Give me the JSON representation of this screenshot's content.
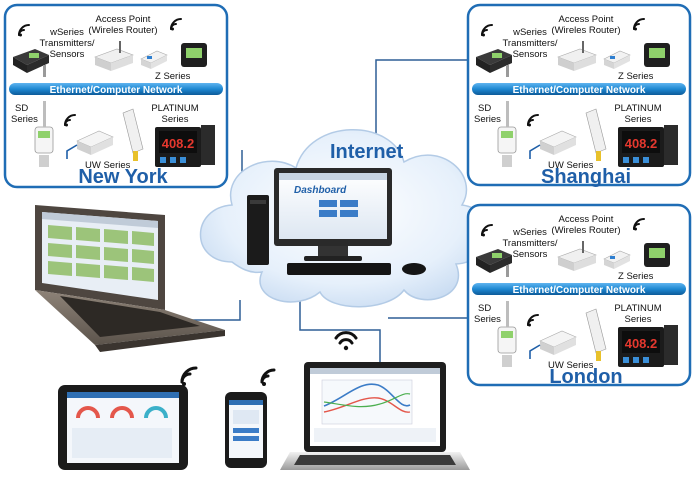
{
  "internet": {
    "title": "Internet"
  },
  "dashboard": {
    "logo": "Dashboard",
    "buttons": [
      "",
      "",
      "",
      ""
    ]
  },
  "sites": [
    {
      "id": "new-york",
      "city": "New York",
      "access_point": [
        "Access Point",
        "(Wireles Router)"
      ],
      "wseries": [
        "wSeries",
        "Transmitters/",
        "Sensors"
      ],
      "z_series": "Z Series",
      "network": "Ethernet/Computer Network",
      "sd_series": [
        "SD",
        "Series"
      ],
      "platinum": [
        "PLATINUM",
        "Series"
      ],
      "uw_series": "UW Series",
      "display": "408.2"
    },
    {
      "id": "shanghai",
      "city": "Shanghai",
      "access_point": [
        "Access Point",
        "(Wireles Router)"
      ],
      "wseries": [
        "wSeries",
        "Transmitters/",
        "Sensors"
      ],
      "z_series": "Z Series",
      "network": "Ethernet/Computer Network",
      "sd_series": [
        "SD",
        "Series"
      ],
      "platinum": [
        "PLATINUM",
        "Series"
      ],
      "uw_series": "UW Series",
      "display": "408.2"
    },
    {
      "id": "london",
      "city": "London",
      "access_point": [
        "Access Point",
        "(Wireles Router)"
      ],
      "wseries": [
        "wSeries",
        "Transmitters/",
        "Sensors"
      ],
      "z_series": "Z Series",
      "network": "Ethernet/Computer Network",
      "sd_series": [
        "SD",
        "Series"
      ],
      "platinum": [
        "PLATINUM",
        "Series"
      ],
      "uw_series": "UW Series",
      "display": "408.2"
    }
  ],
  "colors": {
    "panel_border": "#1f6db5",
    "city_text": "#1f5fa8",
    "network_bar": "#1e88d2",
    "cloud": "#e3eef9",
    "link_line": "#2f5f96"
  },
  "icons": [
    "wifi-icon",
    "laptop-icon",
    "tablet-icon",
    "smartphone-icon",
    "desktop-pc-icon",
    "router-icon"
  ]
}
